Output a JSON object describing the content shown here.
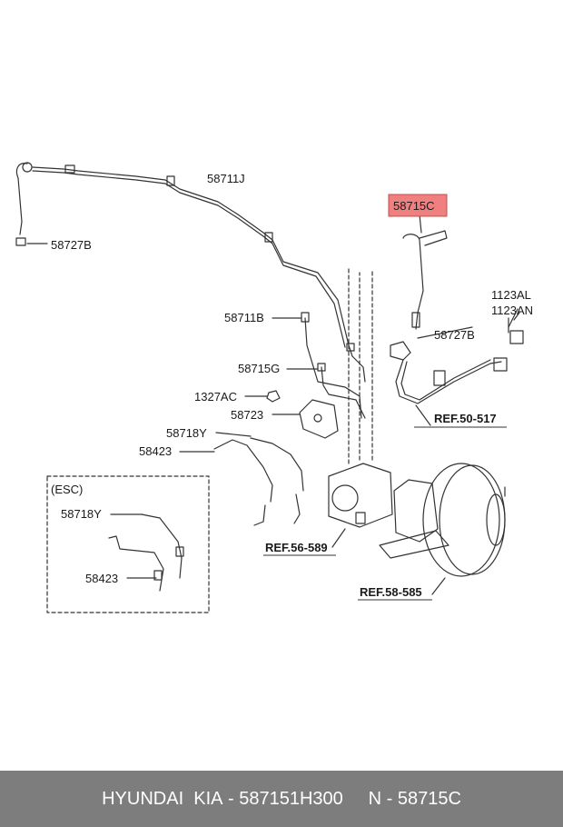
{
  "diagram": {
    "labels": {
      "l58711J": "58711J",
      "l58727B_left": "58727B",
      "l58715C": "58715C",
      "l1123AL": "1123AL",
      "l1123AN": "1123AN",
      "l58711B": "58711B",
      "l58727B_right": "58727B",
      "l58715G": "58715G",
      "l1327AC": "1327AC",
      "l58723": "58723",
      "l58718Y": "58718Y",
      "l58423": "58423",
      "esc": "(ESC)",
      "esc_58718Y": "58718Y",
      "esc_58423": "58423",
      "ref_50_517": "REF.50-517",
      "ref_56_589": "REF.56-589",
      "ref_58_585": "REF.58-585"
    },
    "highlight_color": "#f08080"
  },
  "footer": {
    "brand": "HYUNDAI  KIA",
    "part_number": "587151H300",
    "ref_number": "N - 58715C",
    "separator": " - "
  }
}
